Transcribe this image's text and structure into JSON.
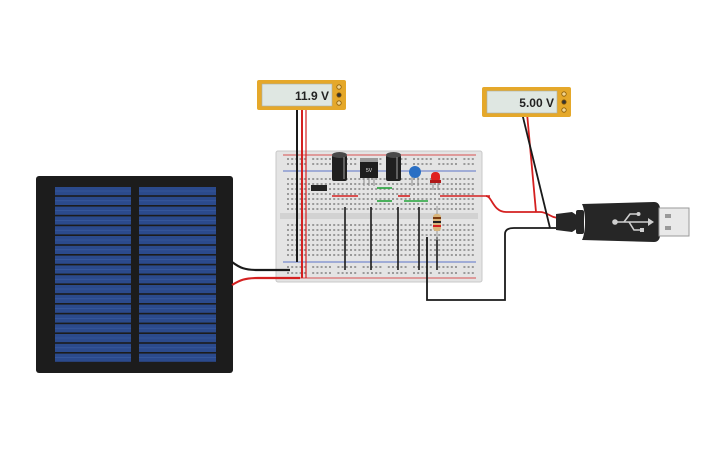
{
  "multimeters": [
    {
      "id": "meter-input",
      "reading": "11.9 V"
    },
    {
      "id": "meter-output",
      "reading": "5.00 V"
    }
  ],
  "regulator": {
    "label": "5V"
  },
  "colors": {
    "meter_body": "#e5a82a",
    "meter_screen": "#dfe7e2",
    "breadboard": "#e3e3e3",
    "wire_red": "#d42020",
    "wire_black": "#1a1a1a",
    "wire_green": "#23a33a",
    "solar_cell": "#2b4a8c",
    "solar_frame": "#1c1c1c",
    "usb_body": "#262626",
    "led_red": "#e02020",
    "cap_blue": "#2a6fc4"
  },
  "components": {
    "solar_panel_icon": "solar-panel",
    "usb_icon": "usb-symbol-icon"
  }
}
